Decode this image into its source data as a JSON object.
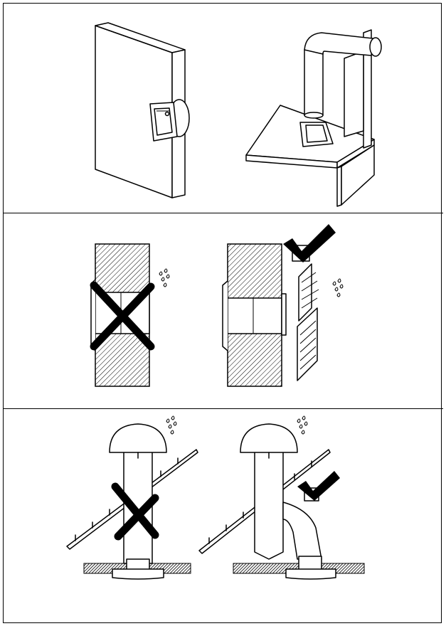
{
  "page": {
    "panels": [
      {
        "id": "mounting-examples"
      },
      {
        "id": "wall-installation-rules"
      },
      {
        "id": "roof-installation-rules"
      }
    ]
  },
  "icons": {
    "approved": "check-mark-icon",
    "forbidden": "cross-icon",
    "weather": "rain-drops-icon"
  },
  "colors": {
    "line": "#000000",
    "background": "#ffffff"
  }
}
